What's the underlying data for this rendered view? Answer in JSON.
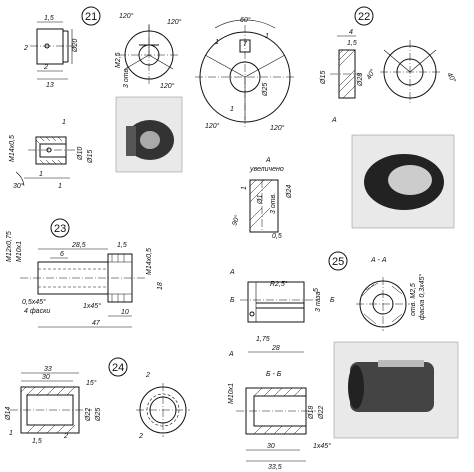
{
  "parts": [
    {
      "number": "21",
      "dims": [
        "1,5",
        "Ø20",
        "2",
        "2",
        "13",
        "120°",
        "120°",
        "120°",
        "М2,5",
        "3 отв.",
        "1",
        "М14х0,5",
        "Ø10",
        "Ø15",
        "1",
        "30°",
        "1"
      ]
    },
    {
      "number": "22",
      "dims": [
        "60°",
        "7",
        "1",
        "Ø25",
        "1",
        "120°",
        "120°",
        "1",
        "4",
        "1,5",
        "Ø15",
        "Ø28",
        "40°",
        "40°",
        "А",
        "А",
        "увеличено",
        "1",
        "Ø1",
        "3 отв.",
        "Ø24",
        "90°",
        "0,5"
      ]
    },
    {
      "number": "23",
      "dims": [
        "М12х0,75",
        "М10х1",
        "28,5",
        "1,5",
        "6",
        "М14х0,5",
        "18",
        "0,5х45°",
        "4 фаски",
        "1х45°",
        "10",
        "47"
      ]
    },
    {
      "number": "24",
      "dims": [
        "33",
        "30",
        "15°",
        "Ø14",
        "Ø22",
        "Ø25",
        "1",
        "2",
        "1,5",
        "2",
        "2"
      ]
    },
    {
      "number": "25",
      "dims": [
        "А",
        "Б",
        "R2,5°",
        "5",
        "3 паза",
        "Б",
        "1,75",
        "28",
        "А",
        "А - А",
        "отв. М2,5",
        "фаска 0,3х45°",
        "Б - Б",
        "М10х1",
        "Ø18",
        "Ø22",
        "30",
        "33,5",
        "1х45°"
      ]
    }
  ],
  "photos": [
    "photo-part-21",
    "photo-part-22",
    "photo-part-25"
  ]
}
